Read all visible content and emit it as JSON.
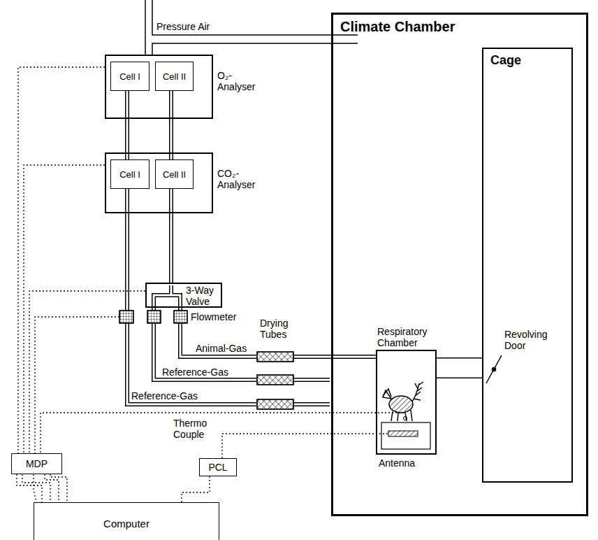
{
  "diagram": {
    "nodes": [
      {
        "text": [
          "Climate Chamber"
        ]
      },
      {
        "text": [
          "Cage"
        ],
        "in": 0
      },
      {
        "text": [
          "Respiratory Chamber"
        ],
        "in": 0
      },
      {
        "text": [
          "O₂-Analyser"
        ]
      },
      {
        "text": [
          "Cell I"
        ],
        "in": 3
      },
      {
        "text": [
          "Cell II"
        ],
        "in": 3
      },
      {
        "text": [
          "CO₂-Analyser"
        ]
      },
      {
        "text": [
          "Cell I"
        ],
        "in": 6
      },
      {
        "text": [
          "Cell II"
        ],
        "in": 6
      },
      {
        "text": [
          "3-Way Valve"
        ]
      },
      {
        "text": [
          "MDP"
        ]
      },
      {
        "text": [
          "PCL"
        ]
      },
      {
        "text": [
          "Computer"
        ]
      }
    ],
    "edges": [
      {
        "from": 4,
        "to": 7,
        "arrow": "none"
      },
      {
        "from": 5,
        "to": 8,
        "arrow": "none"
      },
      {
        "from": 8,
        "to": 9,
        "arrow": "none"
      },
      {
        "from": 2,
        "to": 9,
        "label": "Animal-Gas",
        "arrow": "none"
      },
      {
        "from": 2,
        "to": 1,
        "arrow": "none"
      },
      {
        "from": 3,
        "to": 10,
        "arrow": "none"
      },
      {
        "from": 6,
        "to": 10,
        "arrow": "none"
      },
      {
        "from": 9,
        "to": 10,
        "arrow": "none"
      },
      {
        "from": 10,
        "to": 12,
        "arrow": "none"
      },
      {
        "from": 11,
        "to": 12,
        "arrow": "none"
      }
    ],
    "labels": [
      "Pressure Air",
      "Flowmeter",
      "Drying Tubes",
      "Reference-Gas",
      "Reference-Gas",
      "Revolving Door",
      "Thermo Couple",
      "Antenna"
    ]
  }
}
